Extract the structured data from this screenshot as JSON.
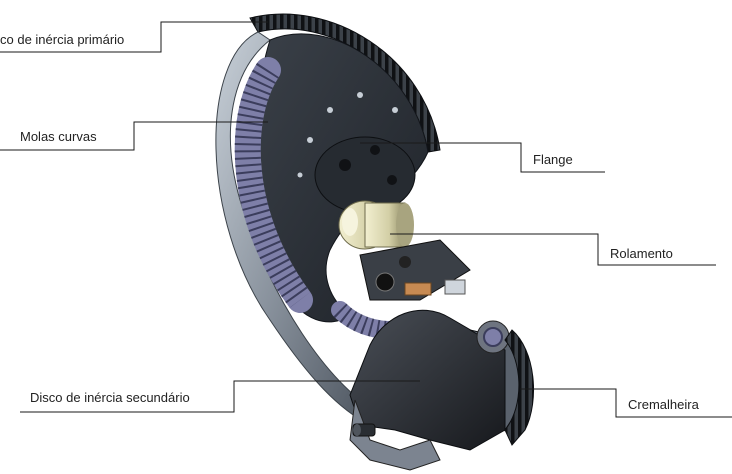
{
  "labels": {
    "primary": "co de inércia primário",
    "springs": "Molas curvas",
    "flange": "Flange",
    "bearing": "Rolamento",
    "secondary": "Disco de inércia secundário",
    "ring_gear": "Cremalheira"
  },
  "colors": {
    "background": "#ffffff",
    "leader_line": "#1a1a1a",
    "label_text": "#222222",
    "metal_dark": "#2b3038",
    "metal_mid": "#5d6672",
    "metal_light": "#aab3bd",
    "spring_violet": "#7e7fa8",
    "bearing_brass": "#d3cfa6",
    "accent_orange": "#c78a52"
  }
}
